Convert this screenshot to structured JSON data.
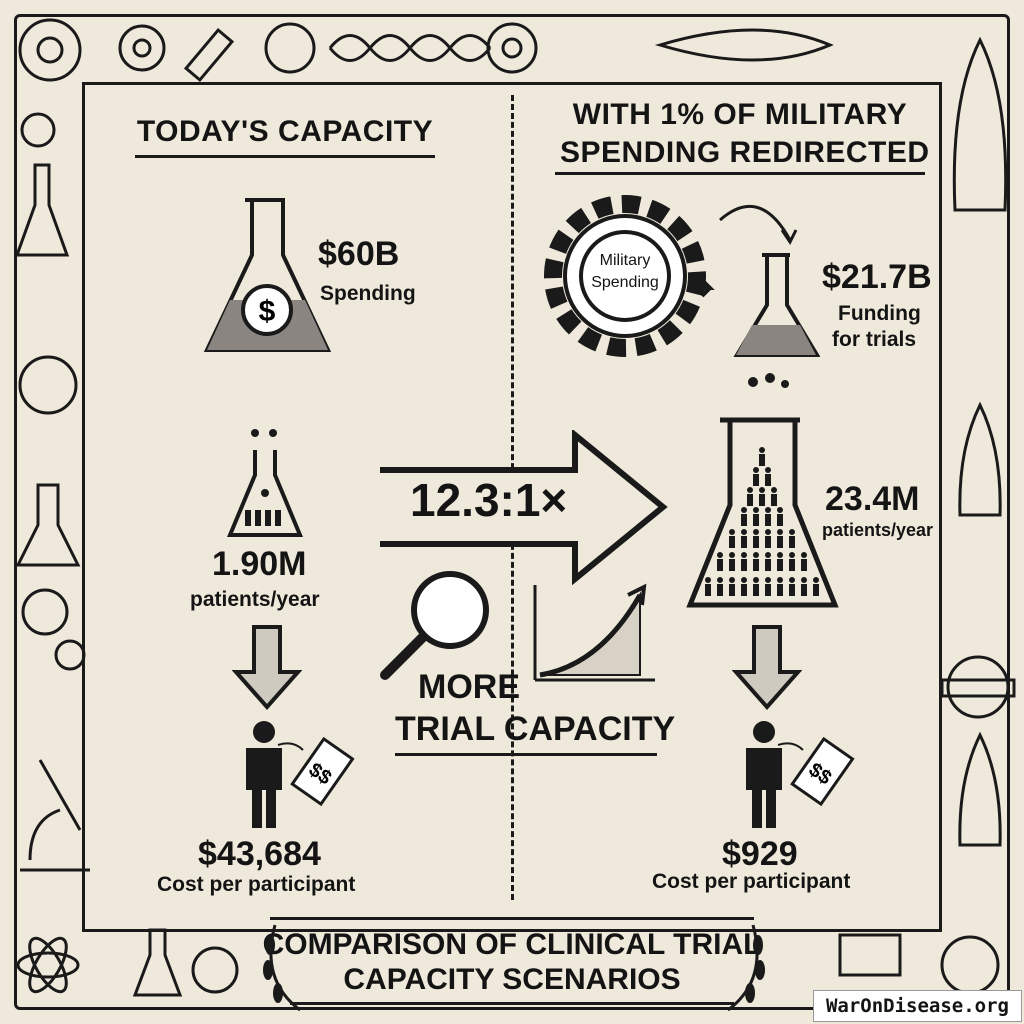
{
  "left": {
    "heading": "TODAY'S CAPACITY",
    "spending_value": "$60B",
    "spending_label": "Spending",
    "patients_value": "1.90M",
    "patients_label": "patients/year",
    "cost_value": "$43,684",
    "cost_label": "Cost per participant",
    "tag_text": "$$"
  },
  "right": {
    "heading_line1": "WITH 1% OF MILITARY",
    "heading_line2": "SPENDING REDIRECTED",
    "gear_line1": "Military",
    "gear_line2": "Spending",
    "funding_value": "$21.7B",
    "funding_line1": "Funding",
    "funding_line2": "for trials",
    "patients_value": "23.4M",
    "patients_label": "patients/year",
    "cost_value": "$929",
    "cost_label": "Cost per participant",
    "tag_text": "$$"
  },
  "center": {
    "ratio": "12.3:1×",
    "caption_line1": "MORE",
    "caption_line2": "TRIAL CAPACITY"
  },
  "footer": {
    "line1": "COMPARISON OF CLINICAL TRIAL",
    "line2": "CAPACITY SCENARIOS"
  },
  "watermark": "WarOnDisease.org",
  "colors": {
    "background": "#efe9dc",
    "ink": "#141414",
    "liquid": "#8a8580"
  }
}
